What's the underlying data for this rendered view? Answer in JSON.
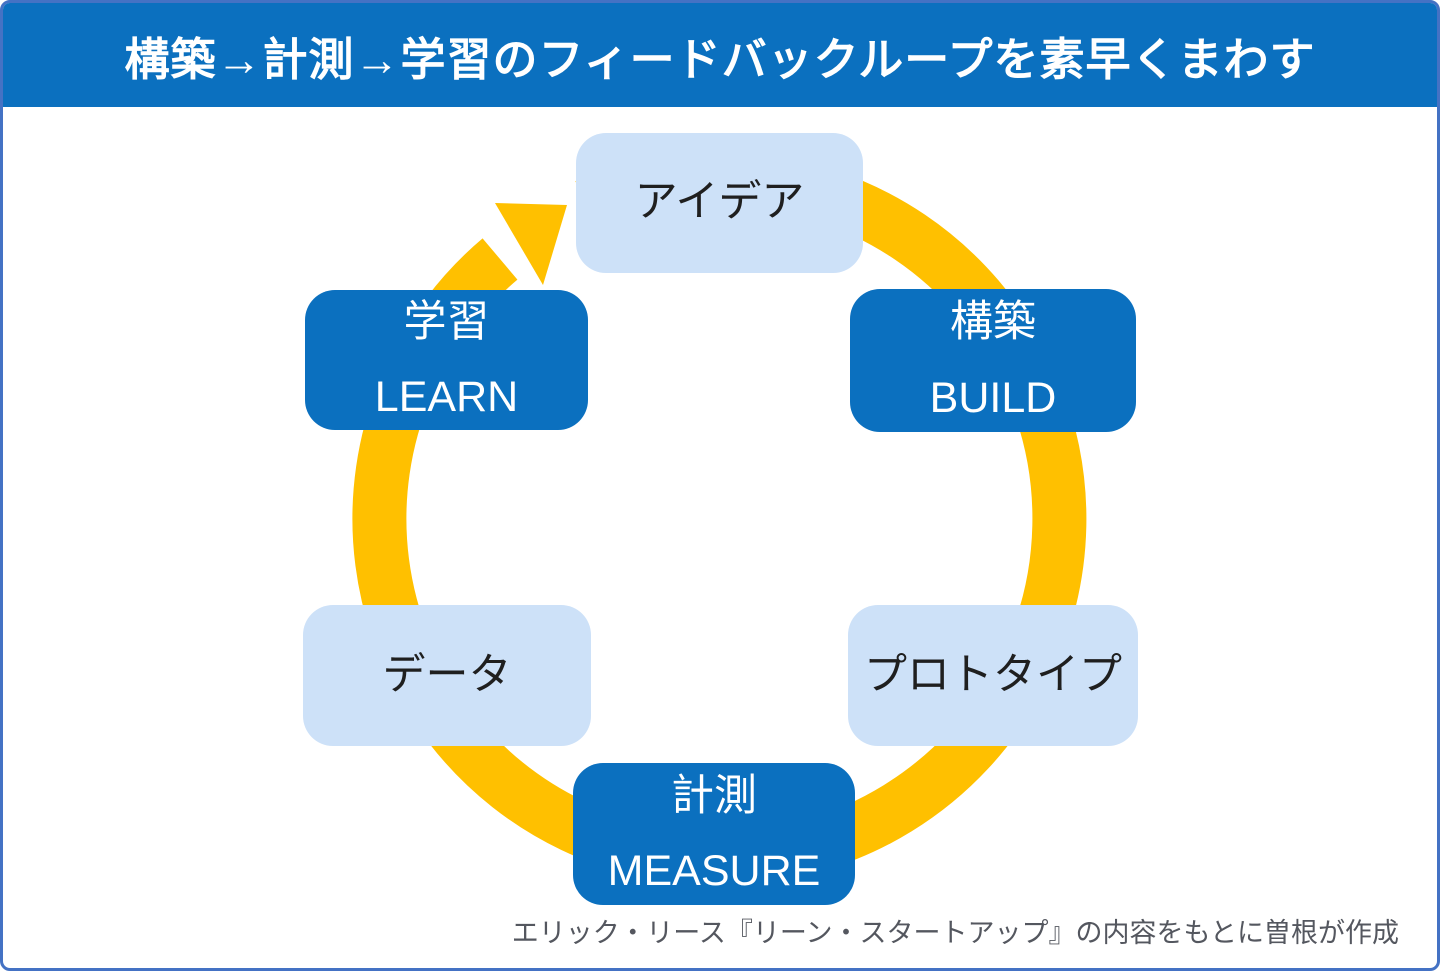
{
  "header": {
    "title": "構築→計測→学習のフィードバックループを素早くまわす"
  },
  "diagram": {
    "type": "cycle",
    "flow_direction": "clockwise",
    "nodes": [
      {
        "id": "idea",
        "label": "アイデア",
        "sublabel": "",
        "style": "light"
      },
      {
        "id": "build",
        "label": "構築",
        "sublabel": "BUILD",
        "style": "dark"
      },
      {
        "id": "prototype",
        "label": "プロトタイプ",
        "sublabel": "",
        "style": "light"
      },
      {
        "id": "measure",
        "label": "計測",
        "sublabel": "MEASURE",
        "style": "dark"
      },
      {
        "id": "data",
        "label": "データ",
        "sublabel": "",
        "style": "light"
      },
      {
        "id": "learn",
        "label": "学習",
        "sublabel": "LEARN",
        "style": "dark"
      }
    ]
  },
  "footer": {
    "credit": "エリック・リース『リーン・スタートアップ』の内容をもとに曽根が作成"
  },
  "colors": {
    "accent-dark": "#0b70bf",
    "accent-light": "#cde1f8",
    "arrow": "#ffc000",
    "frame": "#4472c4",
    "ink": "#1f1f1f",
    "credit-ink": "#54575f",
    "bg": "#ffffff"
  }
}
